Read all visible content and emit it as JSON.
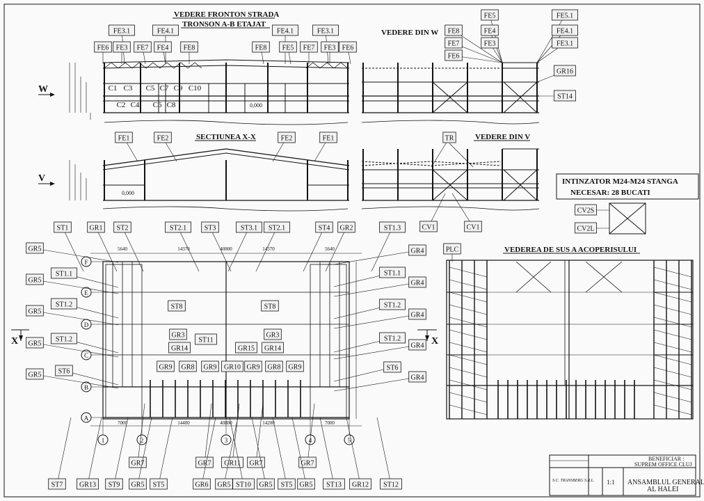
{
  "titles": {
    "front_view": "VEDERE FRONTON STRADA",
    "front_view_sub": "TRONSON A-B ETAJAT",
    "view_w": "VEDERE DIN W",
    "section": "SECTIUNEA X-X",
    "view_v": "VEDERE DIN V",
    "top_view": "VEDEREA DE SUS A ACOPERISULUI",
    "tensioner": "INTINZATOR M24-M24 STANGA",
    "tensioner_qty": "NECESAR: 28 BUCATI",
    "section_mark": "X",
    "view_mark_w": "W",
    "view_mark_v": "V"
  },
  "labels": {
    "front_top": [
      "FE6",
      "FE3.1",
      "FE3",
      "FE7",
      "FE4.1",
      "FE4",
      "FE8",
      "FE8",
      "FE4.1",
      "FE5",
      "FE7",
      "FE3.1",
      "FE3",
      "FE6"
    ],
    "front_cols": [
      "C1",
      "C3",
      "C5",
      "C7",
      "C9",
      "C10",
      "C2",
      "C4",
      "C6",
      "C8"
    ],
    "view_w": [
      "FE5",
      "FE8",
      "FE4",
      "FE7",
      "FE3",
      "FE6",
      "FE5.1",
      "FE4.1",
      "FE3.1",
      "GR16",
      "ST14"
    ],
    "section": [
      "FE1",
      "FE2",
      "FE2",
      "FE1"
    ],
    "view_v": [
      "TR",
      "CV1",
      "CV1"
    ],
    "tensioner": [
      "CV2S",
      "CV2L"
    ],
    "plan_top": [
      "ST1",
      "GR1",
      "ST2",
      "ST2.1",
      "ST3",
      "ST3.1",
      "ST2.1",
      "ST4",
      "GR2",
      "ST1.3"
    ],
    "plan_left": [
      "GR5",
      "ST1.1",
      "GR5",
      "ST1.2",
      "GR5",
      "ST1.2",
      "GR5",
      "ST6",
      "GR5"
    ],
    "plan_right": [
      "GR4",
      "ST1.1",
      "GR4",
      "ST1.2",
      "GR4",
      "ST1.2",
      "GR4",
      "ST6",
      "GR4"
    ],
    "plan_mid": [
      "ST8",
      "ST8",
      "GR3",
      "GR14",
      "GR3",
      "GR14",
      "ST11",
      "GR15",
      "GR9",
      "GR8",
      "GR9",
      "GR10",
      "GR9",
      "GR8",
      "GR9"
    ],
    "plan_bottom1": [
      "GR7",
      "GR7",
      "GR11",
      "GR7",
      "GR7"
    ],
    "plan_bottom2": [
      "ST7",
      "GR13",
      "ST9",
      "GR5",
      "ST5",
      "GR6",
      "GR5",
      "ST10",
      "GR5",
      "ST5",
      "GR5",
      "ST13",
      "GR12",
      "ST12"
    ],
    "plc": "PLC",
    "axes_rows": [
      "F",
      "E",
      "D",
      "C",
      "B",
      "A"
    ],
    "axes_cols": [
      "1",
      "2",
      "3",
      "4",
      "5"
    ],
    "elev_mark": "0,000",
    "dims_top": [
      "5640",
      "14370",
      "40800",
      "14370",
      "5640"
    ],
    "dims_bottom": [
      "7000",
      "14400",
      "40800",
      "14200",
      "7000"
    ]
  },
  "title_block": {
    "beneficiary_label": "BENEFICIAR :",
    "beneficiary": "SUPREM OFFICE CLUJ",
    "company": "S.C. TRANSBERG S.R.L.",
    "scale": "1:1",
    "drawing_title_1": "ANSAMBLUL GENERAL",
    "drawing_title_2": "AL HALEI"
  },
  "colors": {
    "ink": "#111111",
    "paper": "#fafafa",
    "box_fill": "#f2f2f2"
  }
}
